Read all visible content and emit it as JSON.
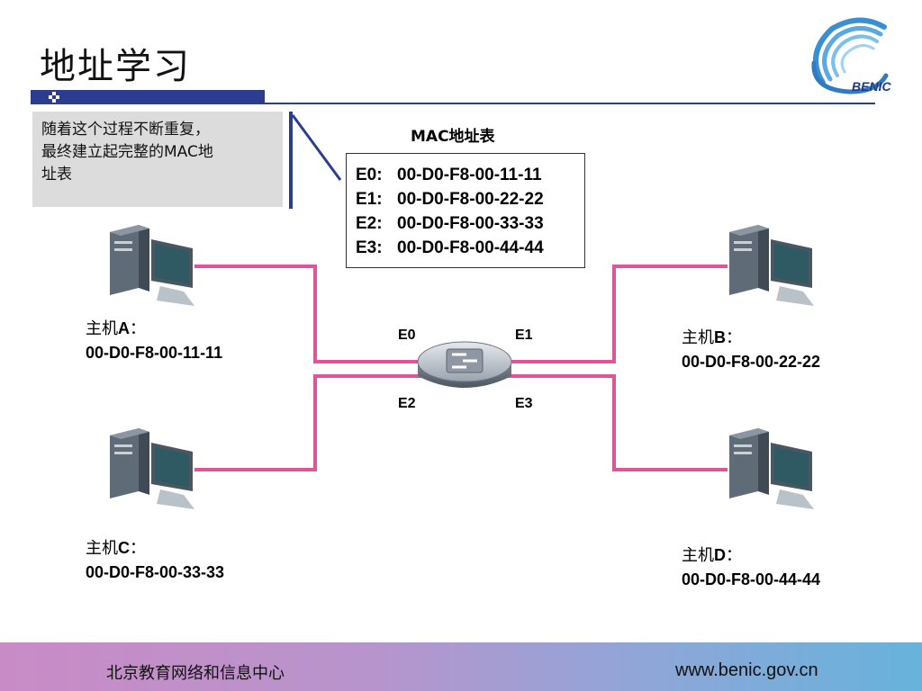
{
  "slide": {
    "title": "地址学习",
    "logo_text": "BENIC"
  },
  "note": {
    "text_lines": [
      "随着这个过程不断重复，",
      "最终建立起完整的MAC地",
      "址表"
    ]
  },
  "mac_table": {
    "title": "MAC地址表",
    "rows": [
      {
        "port": "E0:",
        "mac": "00-D0-F8-00-11-11"
      },
      {
        "port": "E1:",
        "mac": "00-D0-F8-00-22-22"
      },
      {
        "port": "E2:",
        "mac": "00-D0-F8-00-33-33"
      },
      {
        "port": "E3:",
        "mac": "00-D0-F8-00-44-44"
      }
    ]
  },
  "switch": {
    "ports": [
      "E0",
      "E1",
      "E2",
      "E3"
    ]
  },
  "hosts": [
    {
      "name_prefix": "主机",
      "letter": "A",
      "suffix": "：",
      "mac": "00-D0-F8-00-11-11"
    },
    {
      "name_prefix": "主机",
      "letter": "B",
      "suffix": "：",
      "mac": "00-D0-F8-00-22-22"
    },
    {
      "name_prefix": "主机",
      "letter": "C",
      "suffix": "：",
      "mac": "00-D0-F8-00-33-33"
    },
    {
      "name_prefix": "主机",
      "letter": "D",
      "suffix": "：",
      "mac": "00-D0-F8-00-44-44"
    }
  ],
  "footer": {
    "org": "北京教育网络和信息中心",
    "url": "www.benic.gov.cn"
  },
  "colors": {
    "title_bar": "#2a3d8f",
    "link": "#e0559a",
    "note_bg": "#dcdcdc"
  }
}
